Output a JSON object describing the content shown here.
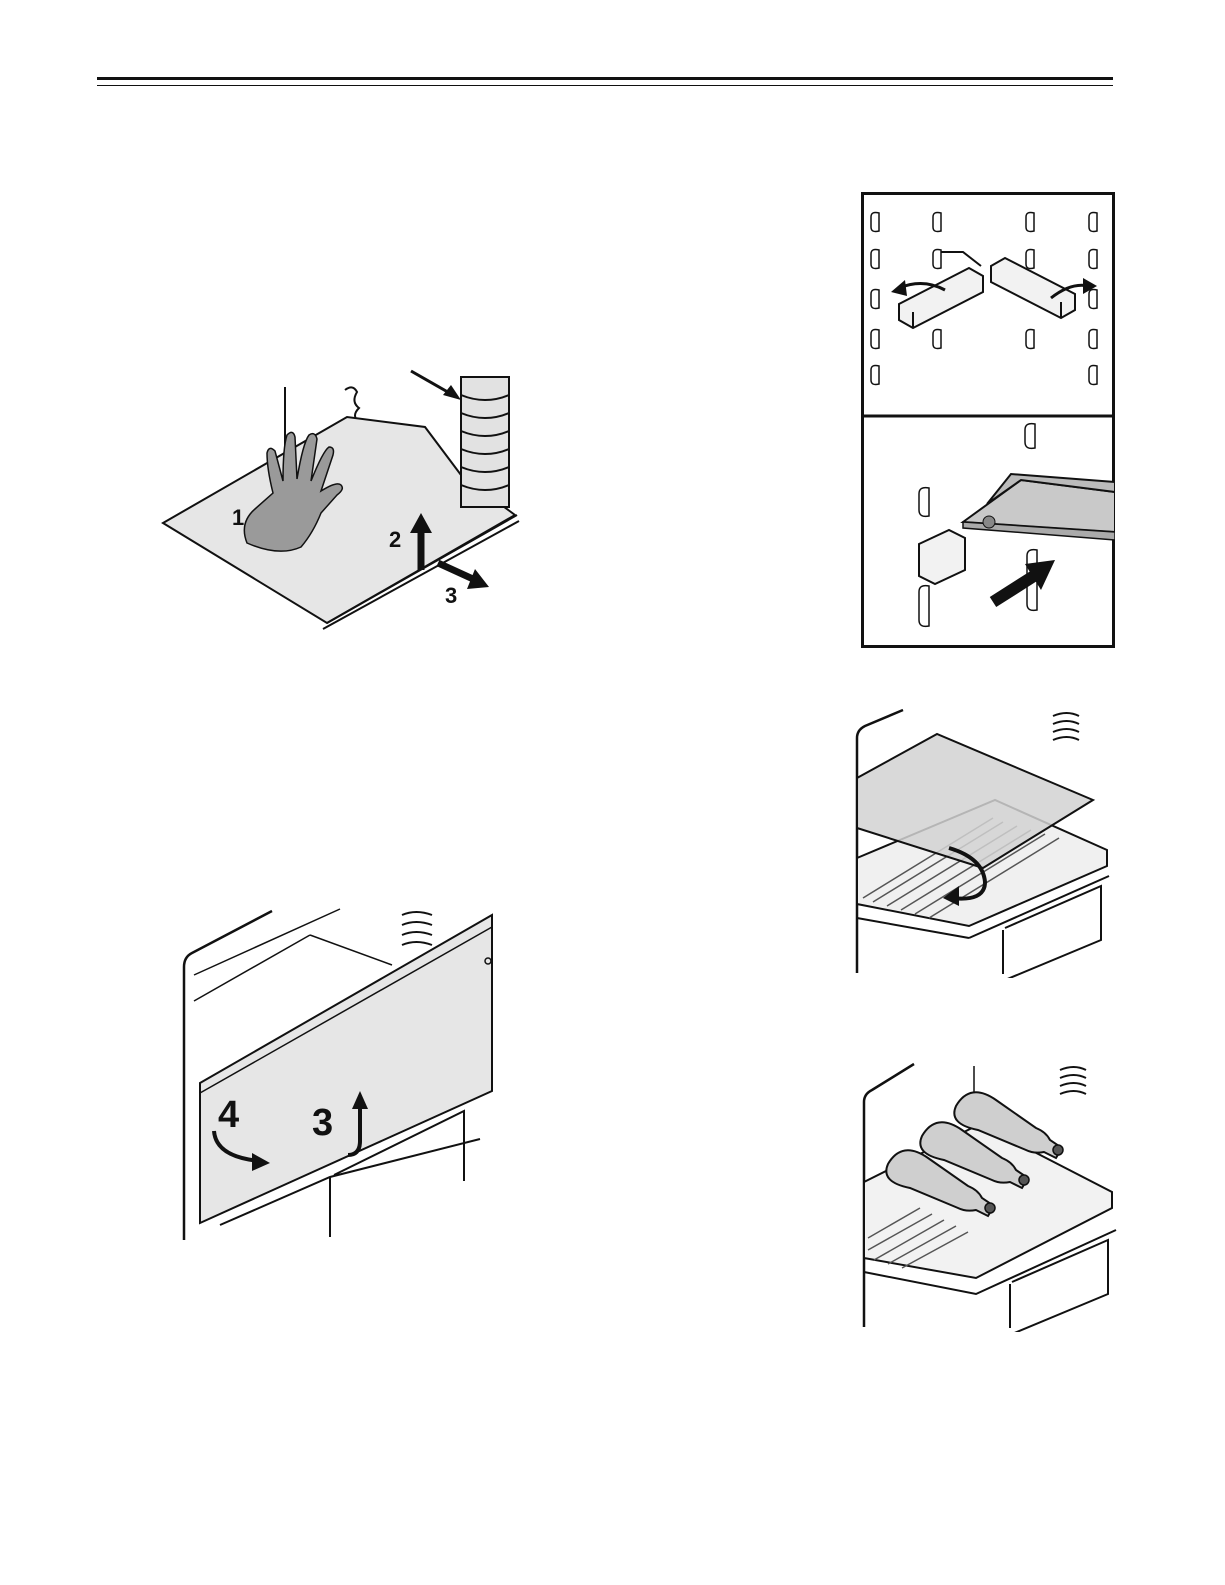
{
  "figures": {
    "shelf_removal": {
      "step_labels": [
        "1",
        "2",
        "3"
      ]
    },
    "panel_removal": {
      "step_labels": [
        "4",
        "3"
      ]
    }
  },
  "colors": {
    "line": "#111111",
    "shelf_fill": "#e6e6e6",
    "glass_fill": "#c9c9c9"
  }
}
